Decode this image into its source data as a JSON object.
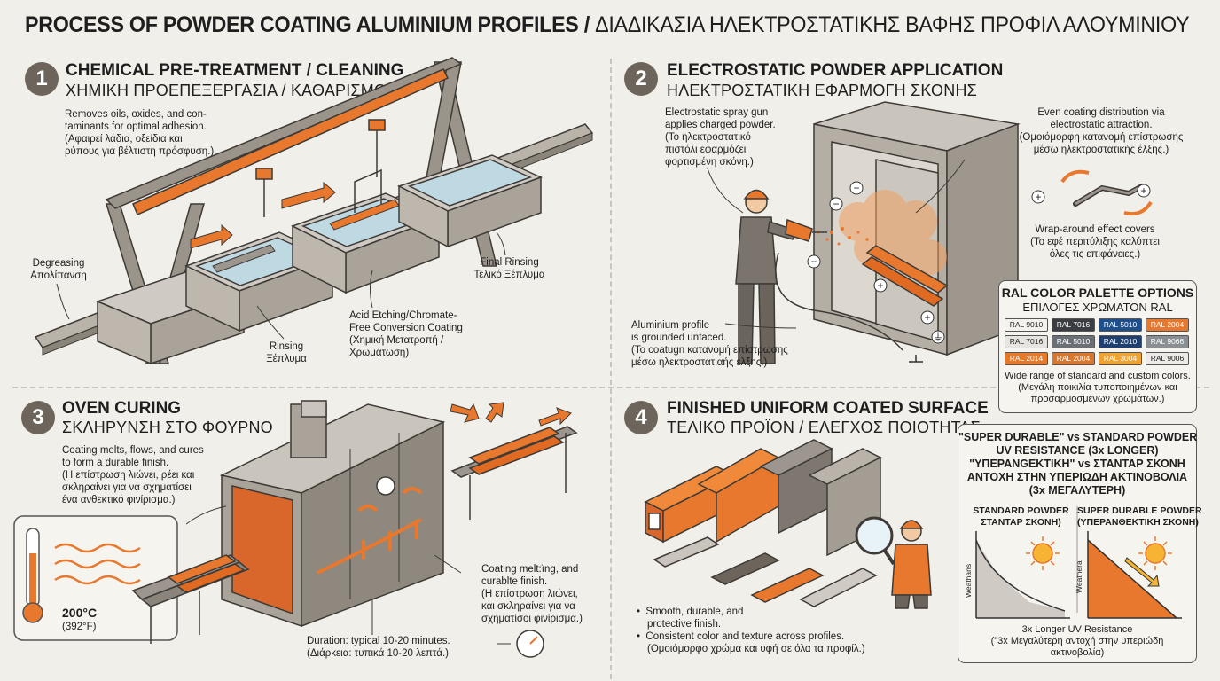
{
  "title": {
    "en": "PROCESS OF POWDER COATING ALUMINIUM PROFILES /",
    "gr": "ΔΙΑΔΙΚΑΣΙΑ ΗΛΕΚΤΡΟΣΤΑΤΙΚΗΣ ΒΑΦΗΣ ΠΡΟΦΙΛ ΑΛΟΥΜΙΝΙΟΥ"
  },
  "colors": {
    "accent": "#e8782e",
    "dark": "#6d655b",
    "background": "#f1efea"
  },
  "steps": [
    {
      "number": "1",
      "title": "CHEMICAL PRE-TREATMENT / CLEANING",
      "subtitle": "ΧΗΜΙΚΗ ΠΡΟΕΠΕΞΕΡΓΑΣΙΑ / ΚΑΘΑΡΙΣΜΟΣ",
      "desc": [
        "Removes oils, oxides, and con-",
        "taminants for optimal adhesion.",
        "(Αφαιρεί λάδια, οξείδια και",
        "ρύπους για βέλτιστη πρόσφυση.)"
      ],
      "labels": {
        "degreasing": [
          "Degreasing",
          "Απολίπανση"
        ],
        "rinsing": [
          "Rinsing",
          "Ξέπλυμα"
        ],
        "etching": [
          "Acid Etching/Chromate-",
          "Free Conversion Coating",
          "(Χημική Μετατροπή /",
          "Χρωμάτωση)"
        ],
        "final": [
          "Final Rinsing",
          "Τελικό Ξέπλυμα"
        ]
      }
    },
    {
      "number": "2",
      "title": "ELECTROSTATIC POWDER APPLICATION",
      "subtitle": "ΗΛΕΚΤΡΟΣΤΑΤΙΚΗ ΕΦΑΡΜΟΓΗ ΣΚΟΝΗΣ",
      "gun": [
        "Electrostatic spray gun",
        "applies charged powder.",
        "(Το ηλεκτροστατικό",
        "πιστόλι εφαρμόζει",
        "φορτισμένη σκόνη.)"
      ],
      "even": [
        "Even coating distribution via",
        "electrostatic attraction.",
        "(Ομοιόμορφη κατανομή επίστρωσης",
        "μέσω ηλεκτροστατικής έλξης.)"
      ],
      "wrap": [
        "Wrap-around effect covers",
        "(Το εφέ περιτύλιξης καλύπτει",
        "όλες τις επιφάνειες.)"
      ],
      "ground": [
        "Aluminium profile",
        "is grounded unfaced.",
        "(Το coatugn κατανομή επίστρωσης",
        "μέσω ηλεκτροστατιαής έλξης.)"
      ],
      "ral": {
        "title": "RAL COLOR PALETTE OPTIONS",
        "subtitle": "ΕΠΙΛΟΓΕΣ ΧΡΩΜΑΤΟΝ RAL",
        "swatches": [
          {
            "label": "RAL 9010",
            "color": "#f4f2ec",
            "light": true
          },
          {
            "label": "RAL 7016",
            "color": "#3a3d41",
            "light": false
          },
          {
            "label": "RAL 5010",
            "color": "#1f4f8a",
            "light": false
          },
          {
            "label": "RAL 2004",
            "color": "#e8782e",
            "light": false
          },
          {
            "label": "RAL 7016",
            "color": "#e6e4df",
            "light": true
          },
          {
            "label": "RAL 5010",
            "color": "#6b7076",
            "light": false
          },
          {
            "label": "RAL 2010",
            "color": "#1f3f6e",
            "light": false
          },
          {
            "label": "RAL 9066",
            "color": "#8a8f94",
            "light": false
          },
          {
            "label": "RAL 2014",
            "color": "#e67a2a",
            "light": false
          },
          {
            "label": "RAL 2004",
            "color": "#d9772e",
            "light": false
          },
          {
            "label": "RAL 3004",
            "color": "#f0a233",
            "light": false
          },
          {
            "label": "RAL 9006",
            "color": "#ecebe7",
            "light": true
          }
        ],
        "note": [
          "Wide range of standard and custom colors.",
          "(Μεγάλη ποικιλία τυποποιημένων και",
          "προσαρμοσμένων χρωμάτων.)"
        ]
      }
    },
    {
      "number": "3",
      "title": "OVEN CURING",
      "subtitle": "ΣΚΛΗΡΥΝΣΗ ΣΤΟ ΦΟΥΡΝΟ",
      "desc": [
        "Coating melts, flows, and cures",
        "to form a durable finish.",
        "(Η επίστρωση λιώνει, ρέει και",
        "σκληραίνει για να σχηματίσει",
        "ένα ανθεκτικό φινίρισμα.)"
      ],
      "temp_c": "200°C",
      "temp_f": "(392°F)",
      "melt": [
        "Coating melt:ïng, and",
        "curablte finish.",
        "(Η επίστρωση λιώνει,",
        "και σκληραίνει για να",
        "σχηματίσοι φινίρισμα.)"
      ],
      "duration": [
        "Duration: typical 10-20 minutes.",
        "(Διάρκεια: τυπικά 10-20 λεπτά.)"
      ]
    },
    {
      "number": "4",
      "title": "FINISHED UNIFORM COATED SURFACE",
      "subtitle": "ΤΕΛΙΚΟ ΠΡΟΪΟΝ / ΕΛΕΓΧΟΣ ΠΟΙΟΤΗΤΑΣ",
      "bullets": [
        [
          "Smooth, durable, and",
          "protective finish."
        ],
        [
          "Consistent color and texture across profiles.",
          "(Ομοιόμορφο χρώμα και υφή σε όλα τα προφίλ.)"
        ]
      ],
      "comparison": {
        "title": [
          "\"SUPER DURABLE\" vs STANDARD POWDER",
          "UV RESISTANCE (3x LONGER)",
          "\"ΥΠΕΡΑΝGΕΚΤΙΚΗ\" vs ΣΤΑΝΤΑΡ ΣΚΟΝΗ",
          "ΑΝΤΟΧΗ ΣΤΗΝ ΥΠΕΡΙΩΔΗ ΑΚΤΙΝΟΒΟΛΙΑ",
          "(3x ΜΕΓΑΛΥΤΕΡΗ)"
        ],
        "left_label": [
          "STANDARD POWDER",
          "ΣΤΑΝΤΑΡ ΣΚΟΝΗ)"
        ],
        "right_label": [
          "SUPER DURABLE POWDER",
          "(ΥΠΕΡΑΝΘΕΚΤΙΚΗ ΣΚΟΝΗ)"
        ],
        "left_axis": "Weathans",
        "right_axis": "Weathera",
        "footer": [
          "3x Longer UV Resistance",
          "(\"3x Μεγαλύτερη αντοχή στην υπεριώδη",
          "ακτινοβολία)"
        ]
      }
    }
  ]
}
